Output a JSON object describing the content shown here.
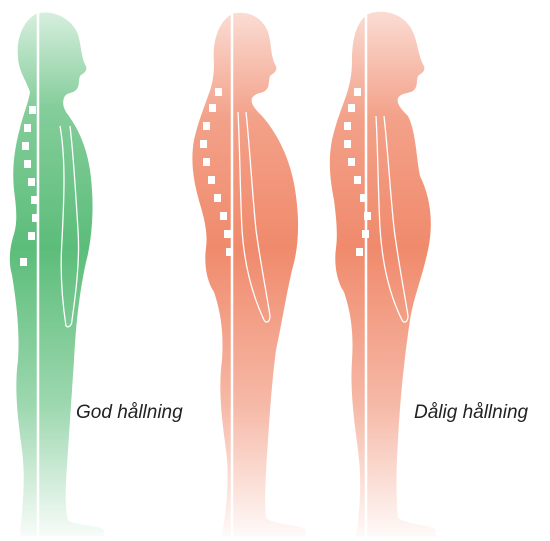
{
  "captions": {
    "good": "God hållning",
    "bad": "Dålig hållning"
  },
  "figures": [
    {
      "id": "good-posture",
      "posture": "good",
      "color": "#5cbd7a"
    },
    {
      "id": "poor-posture-1",
      "posture": "poor",
      "color": "#f08a6c"
    },
    {
      "id": "poor-posture-2",
      "posture": "poor",
      "color": "#f08a6c"
    }
  ],
  "colors": {
    "good": "#5cbd7a",
    "poor": "#f08a6c",
    "line": "#ffffff"
  }
}
